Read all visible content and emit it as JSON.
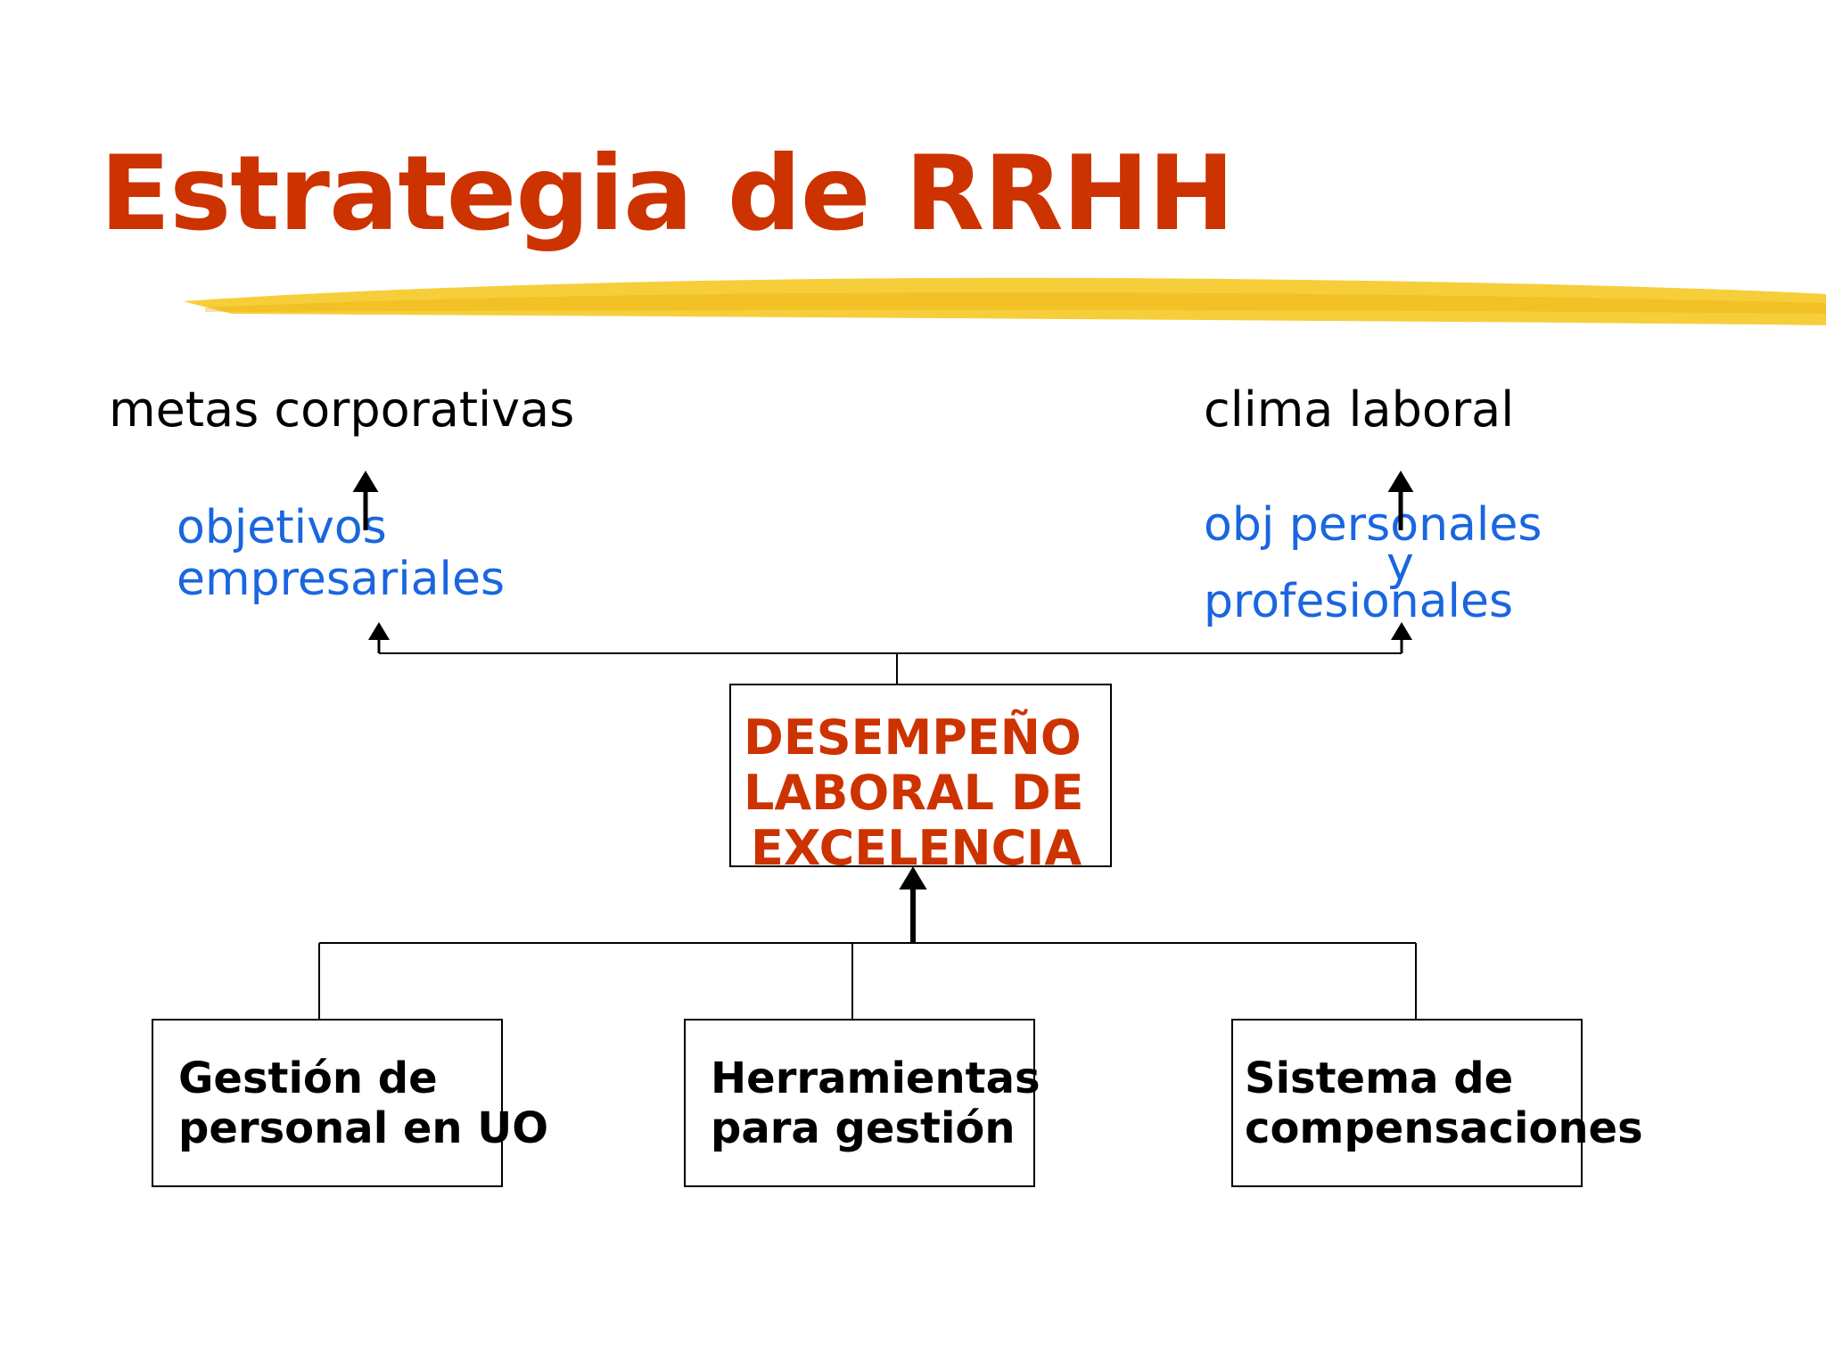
{
  "title": "Estrategia de RRHH",
  "colors": {
    "title": "#cc3300",
    "highlight": "#f5c518",
    "blue_text": "#1a66e0",
    "center_text": "#cc3300",
    "line": "#000000"
  },
  "top_left": {
    "goal": "metas corporativas",
    "objective_lines": [
      "objetivos",
      "empresariales"
    ]
  },
  "top_right": {
    "goal": "clima laboral",
    "objective_lines": [
      "obj personales",
      "y",
      "profesionales"
    ]
  },
  "center_box": {
    "lines": [
      "DESEMPEÑO",
      "LABORAL DE",
      "EXCELENCIA"
    ]
  },
  "bottom_boxes": [
    {
      "lines": [
        "Gestión de",
        "personal en UO"
      ]
    },
    {
      "lines": [
        "Herramientas",
        "para gestión"
      ]
    },
    {
      "lines": [
        "Sistema de",
        "compensaciones"
      ]
    }
  ]
}
